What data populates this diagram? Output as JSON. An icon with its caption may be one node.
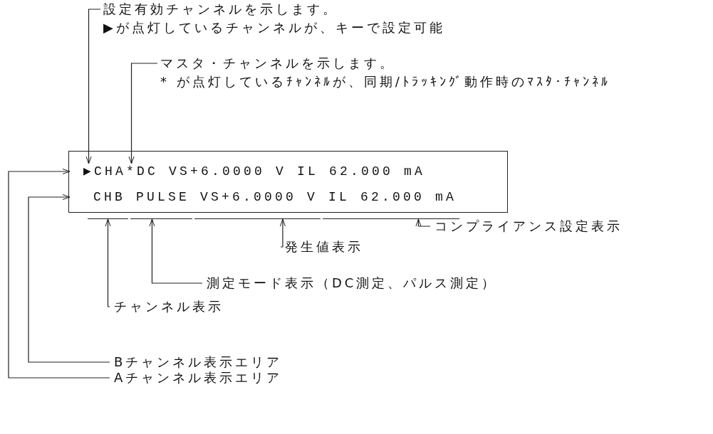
{
  "diagram": {
    "nodes": [
      {
        "text": [
          "設定有効チャンネルを示します。",
          "▶が点灯しているチャンネルが、キーで設定可能"
        ]
      },
      {
        "text": [
          "マスタ・チャンネルを示します。",
          "* が点灯しているﾁｬﾝﾈﾙが、同期/ﾄﾗｯｷﾝｸﾞ動作時のﾏｽﾀ･ﾁｬﾝﾈﾙ"
        ]
      },
      {
        "text": [],
        "shape": "box"
      },
      {
        "text": [
          "▶CHA*DC VS+6.0000 V IL 62.000 mA"
        ],
        "in": 2
      },
      {
        "text": [
          "CHB PULSE VS+6.0000 V IL 62.000 mA"
        ],
        "in": 2
      },
      {
        "text": [],
        "shape": "bar"
      },
      {
        "text": [],
        "shape": "bar"
      },
      {
        "text": [],
        "shape": "bar"
      },
      {
        "text": [],
        "shape": "bar"
      },
      {
        "text": [
          "コンプライアンス設定表示"
        ]
      },
      {
        "text": [
          "発生値表示"
        ]
      },
      {
        "text": [
          "測定モード表示（DC測定、パルス測定）"
        ]
      },
      {
        "text": [
          "チャンネル表示"
        ]
      },
      {
        "text": [
          "Bチャンネル表示エリア"
        ]
      },
      {
        "text": [
          "Aチャンネル表示エリア"
        ]
      }
    ],
    "edges": [
      {
        "from": 0,
        "to": 3,
        "arrow": "to"
      },
      {
        "from": 1,
        "to": 3,
        "arrow": "to"
      },
      {
        "from": 9,
        "to": 8,
        "arrow": "to"
      },
      {
        "from": 10,
        "to": 7,
        "arrow": "to"
      },
      {
        "from": 11,
        "to": 6,
        "arrow": "to"
      },
      {
        "from": 12,
        "to": 5,
        "arrow": "to"
      },
      {
        "from": 13,
        "to": 4,
        "arrow": "to"
      },
      {
        "from": 14,
        "to": 3,
        "arrow": "to"
      }
    ]
  }
}
